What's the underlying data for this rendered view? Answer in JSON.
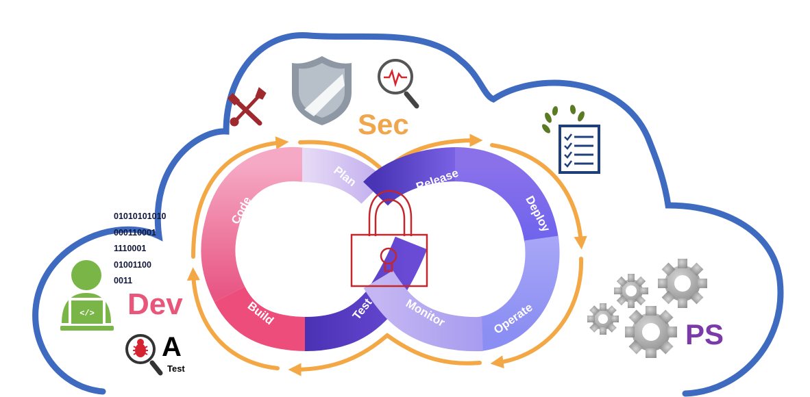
{
  "diagram": {
    "sec_label": "Sec",
    "dev_label": "Dev",
    "ops_label": "PS",
    "qa_letter": "A",
    "qa_sub": "Test",
    "binary_lines": [
      "01010101010",
      "000110001",
      "1110001",
      "01001100",
      "0011"
    ],
    "stages": {
      "plan": "Plan",
      "code": "Code",
      "build": "Build",
      "test": "Test",
      "release": "Release",
      "deploy": "Deploy",
      "operate": "Operate",
      "monitor": "Monitor"
    },
    "icons": [
      "tools-icon",
      "shield-icon",
      "magnifier-pulse-icon",
      "laurel-checklist-icon",
      "gears-icon",
      "lock-icon",
      "developer-laptop-icon",
      "bug-magnifier-icon"
    ],
    "colors": {
      "cloud": "#3e6bbf",
      "arrows": "#f3a845",
      "sec": "#f0a64d",
      "dev": "#e8577a",
      "ops": "#7b3aa8",
      "dev_loop": "#f2789b",
      "ops_loop": "#7566e6",
      "lock": "#c3262d"
    }
  }
}
